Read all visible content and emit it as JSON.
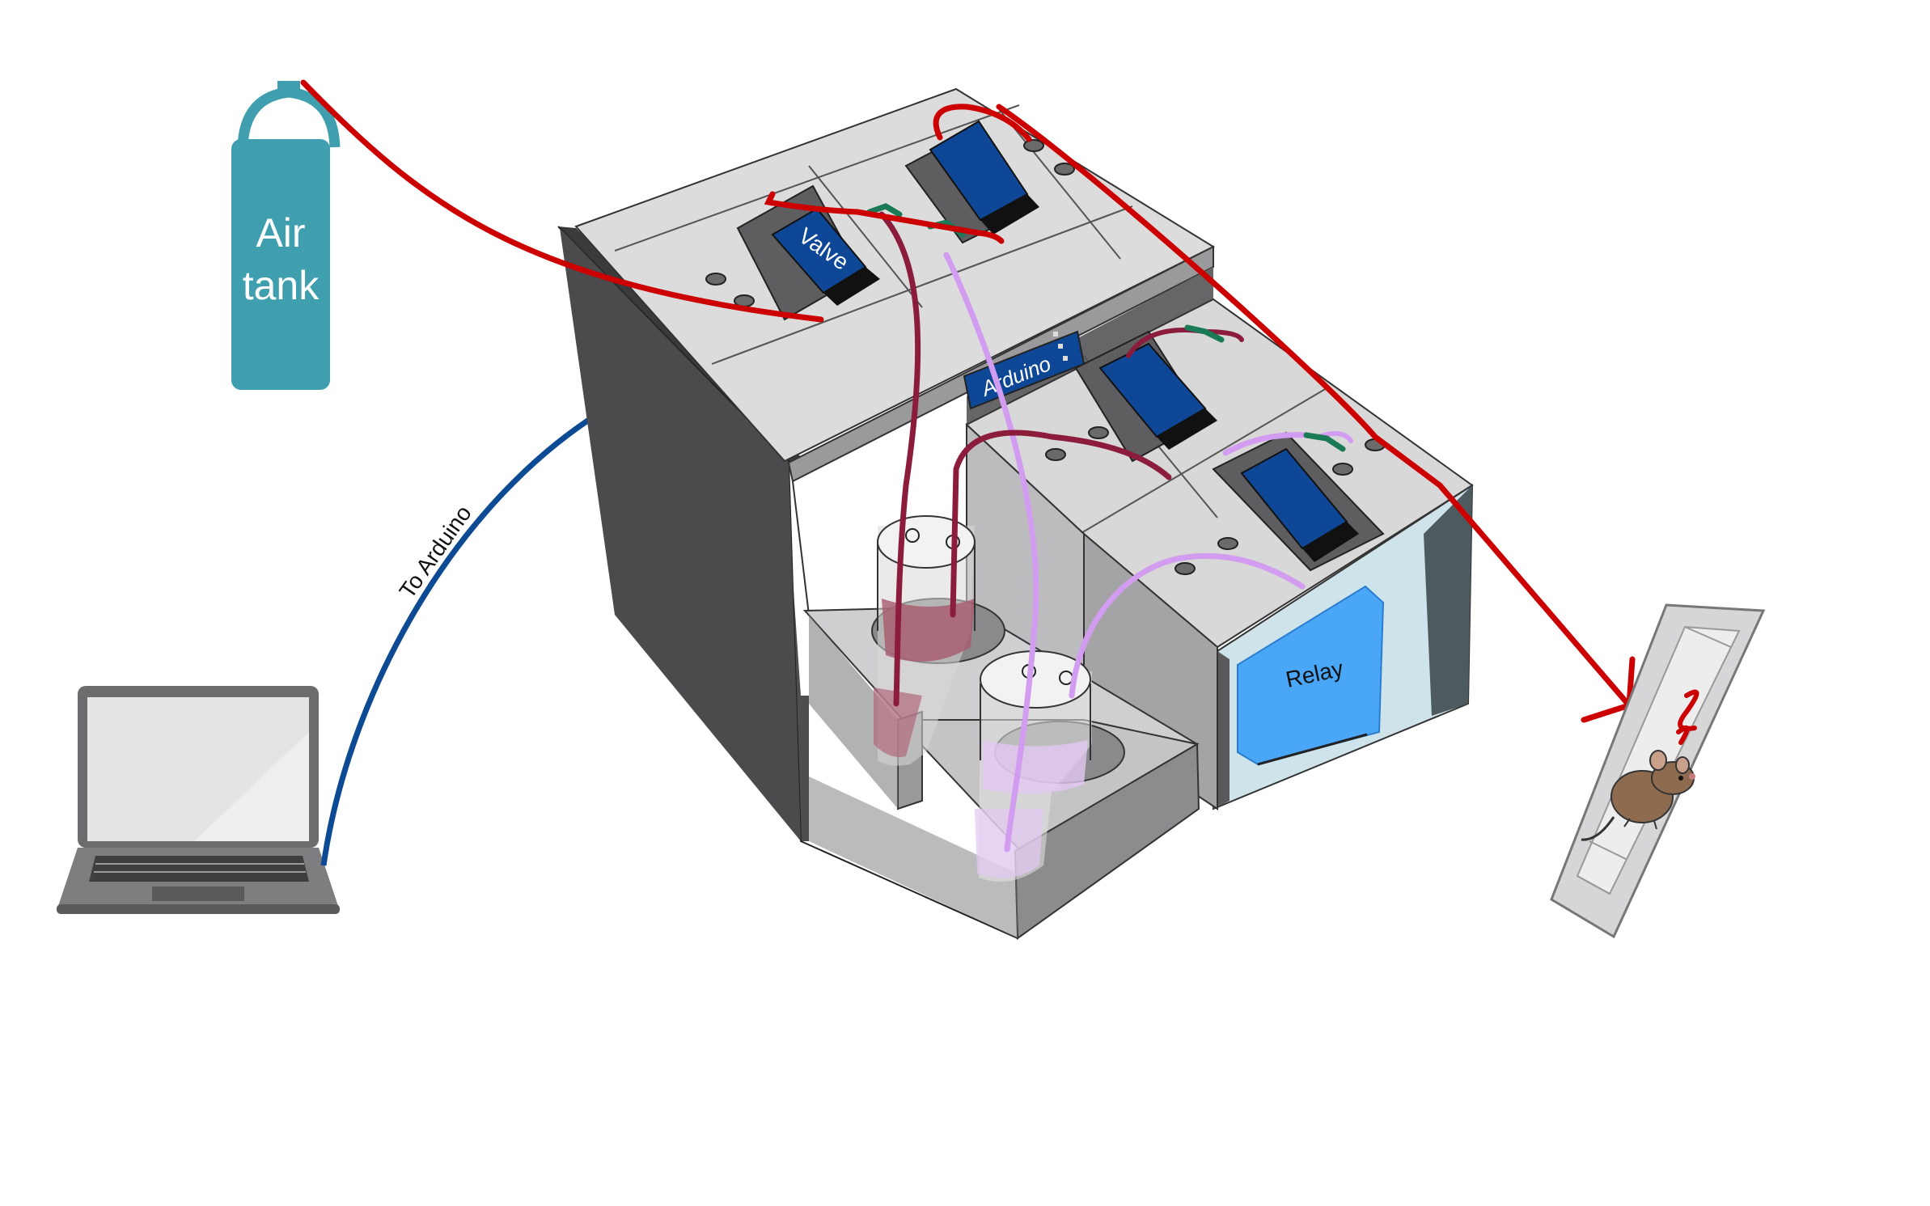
{
  "labels": {
    "air_tank": [
      "Air",
      "tank"
    ],
    "valve": "Valve",
    "arduino_board": "Arduino",
    "relay": "Relay",
    "cable": "To Arduino"
  },
  "colors": {
    "air_tube": "#cc0000",
    "dark_tube": "#8c1c3c",
    "light_tube": "#d29cf0",
    "connector": "#1a7a55",
    "cable": "#0d4a94",
    "tank": "#3f9fae",
    "valve": "#0e4796",
    "relay": "#4aa6f7",
    "box_dark": "#4e4e50",
    "box_light": "#d9d9d9"
  },
  "icons": [
    "air-tank-icon",
    "laptop-icon",
    "mouse-icon",
    "odor-icon",
    "valve-icon",
    "bottle-icon"
  ]
}
